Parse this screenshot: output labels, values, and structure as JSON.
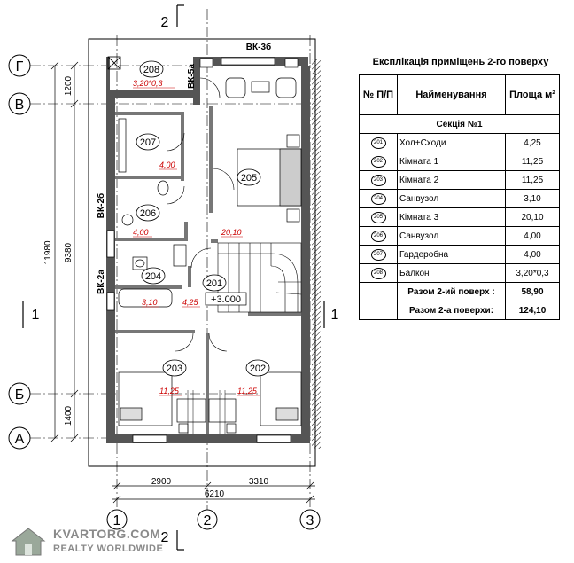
{
  "plan": {
    "axes": {
      "top": "Г",
      "second": "В",
      "third": "Б",
      "bottom": "А",
      "left_sec": "1",
      "right_sec": "1",
      "top_sec": "2",
      "bottom_sec": "2",
      "col1": "1",
      "col2": "2",
      "col3": "3"
    },
    "dims": {
      "d1200": "1200",
      "d11980": "11980",
      "d9380": "9380",
      "d1400": "1400",
      "d2900": "2900",
      "d3310": "3310",
      "d6210": "6210"
    },
    "vk": {
      "top": "ВК-3б",
      "vent": "ВК-5а",
      "left1": "ВК-2б",
      "left2": "ВК-2а"
    },
    "rooms": {
      "r208": "208",
      "r207": "207",
      "r206": "206",
      "r205": "205",
      "r204": "204",
      "r201": "201",
      "r203": "203",
      "r202": "202"
    },
    "areas": {
      "a208": "3,20*0,3",
      "a207": "4,00",
      "a206": "4,00",
      "a205": "20,10",
      "a204": "3,10",
      "a201": "4,25",
      "a203": "11,25",
      "a202": "11,25"
    },
    "level": "+3.000"
  },
  "explication": {
    "title": "Експлікація приміщень 2-го поверху",
    "headers": {
      "num": "№ П/П",
      "name": "Найменування",
      "area": "Площа м²"
    },
    "section": "Секція №1",
    "rows": [
      {
        "num": "201",
        "name": "Хол+Сходи",
        "area": "4,25"
      },
      {
        "num": "202",
        "name": "Кімната 1",
        "area": "11,25"
      },
      {
        "num": "203",
        "name": "Кімната 2",
        "area": "11,25"
      },
      {
        "num": "204",
        "name": "Санвузол",
        "area": "3,10"
      },
      {
        "num": "205",
        "name": "Кімната 3",
        "area": "20,10"
      },
      {
        "num": "206",
        "name": "Санвузол",
        "area": "4,00"
      },
      {
        "num": "207",
        "name": "Гардеробна",
        "area": "4,00"
      },
      {
        "num": "208",
        "name": "Балкон",
        "area": "3,20*0,3"
      }
    ],
    "total_floor_label": "Разом 2-ий поверх :",
    "total_floor_value": "58,90",
    "total_all_label": "Разом 2-а поверхи:",
    "total_all_value": "124,10"
  },
  "watermark": {
    "line1": "KVARTORG.COM",
    "line2": "REALTY WORLDWIDE"
  }
}
